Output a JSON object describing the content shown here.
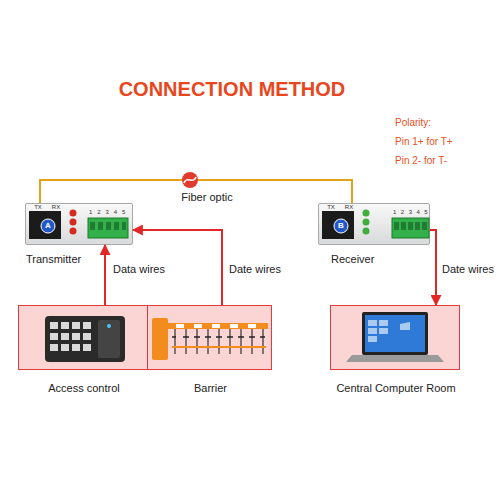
{
  "diagram": {
    "title": "CONNECTION METHOD",
    "nodes": [
      {
        "text": [
          "Transmitter"
        ]
      },
      {
        "text": [
          "Receiver"
        ]
      },
      {
        "text": [
          "Access control"
        ]
      },
      {
        "text": [
          "Barrier"
        ]
      },
      {
        "text": [
          "Central Computer Room"
        ]
      }
    ],
    "edges": [
      {
        "from": 0,
        "to": 1,
        "arrow": "none",
        "label": "Fiber optic"
      },
      {
        "from": 2,
        "to": 0,
        "arrow": "to",
        "label": "Data wires"
      },
      {
        "from": 3,
        "to": 0,
        "arrow": "to",
        "label": "Date wires"
      },
      {
        "from": 1,
        "to": 4,
        "arrow": "to",
        "label": "Date wires"
      }
    ],
    "labels": [
      "Polarity:",
      "Pin 1+ for T+",
      "Pin 2- for T-",
      "TX",
      "RX",
      "A",
      "1 2 3 4 5",
      "TX",
      "RX",
      "B",
      "1 2 3 4 5"
    ]
  }
}
